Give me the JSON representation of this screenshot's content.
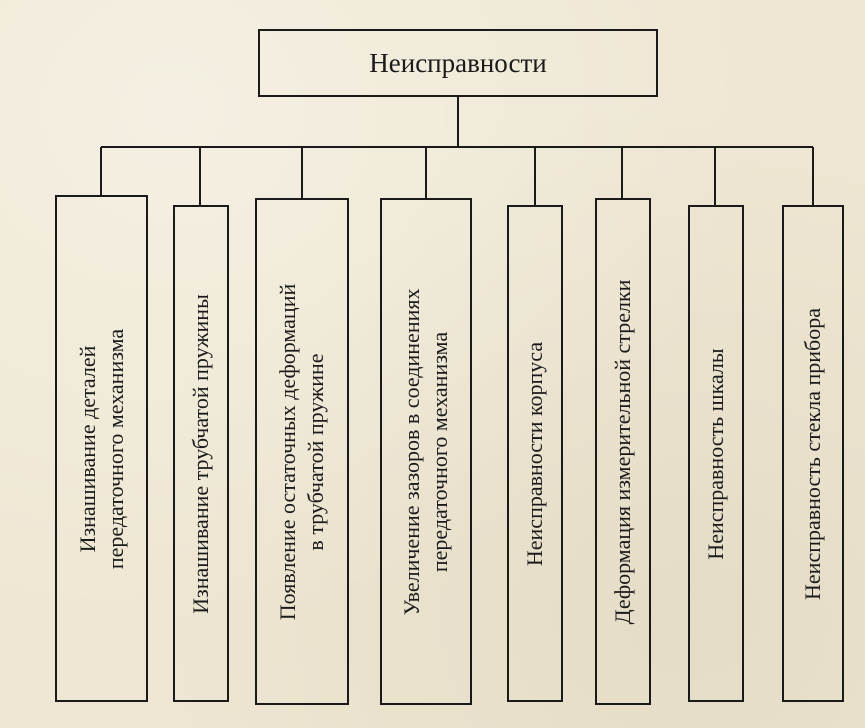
{
  "diagram": {
    "root": {
      "label": "Неисправности"
    },
    "children": [
      {
        "lines": [
          "Изнашивание деталей",
          "передаточного механизма"
        ]
      },
      {
        "lines": [
          "Изнашивание трубчатой пружины"
        ]
      },
      {
        "lines": [
          "Появление остаточных деформаций",
          "в трубчатой пружине"
        ]
      },
      {
        "lines": [
          "Увеличение зазоров в соединениях",
          "передаточного механизма"
        ]
      },
      {
        "lines": [
          "Неисправности корпуса"
        ]
      },
      {
        "lines": [
          "Деформация измерительной стрелки"
        ]
      },
      {
        "lines": [
          "Неисправность шкалы"
        ]
      },
      {
        "lines": [
          "Неисправность стекла прибора"
        ]
      }
    ]
  }
}
